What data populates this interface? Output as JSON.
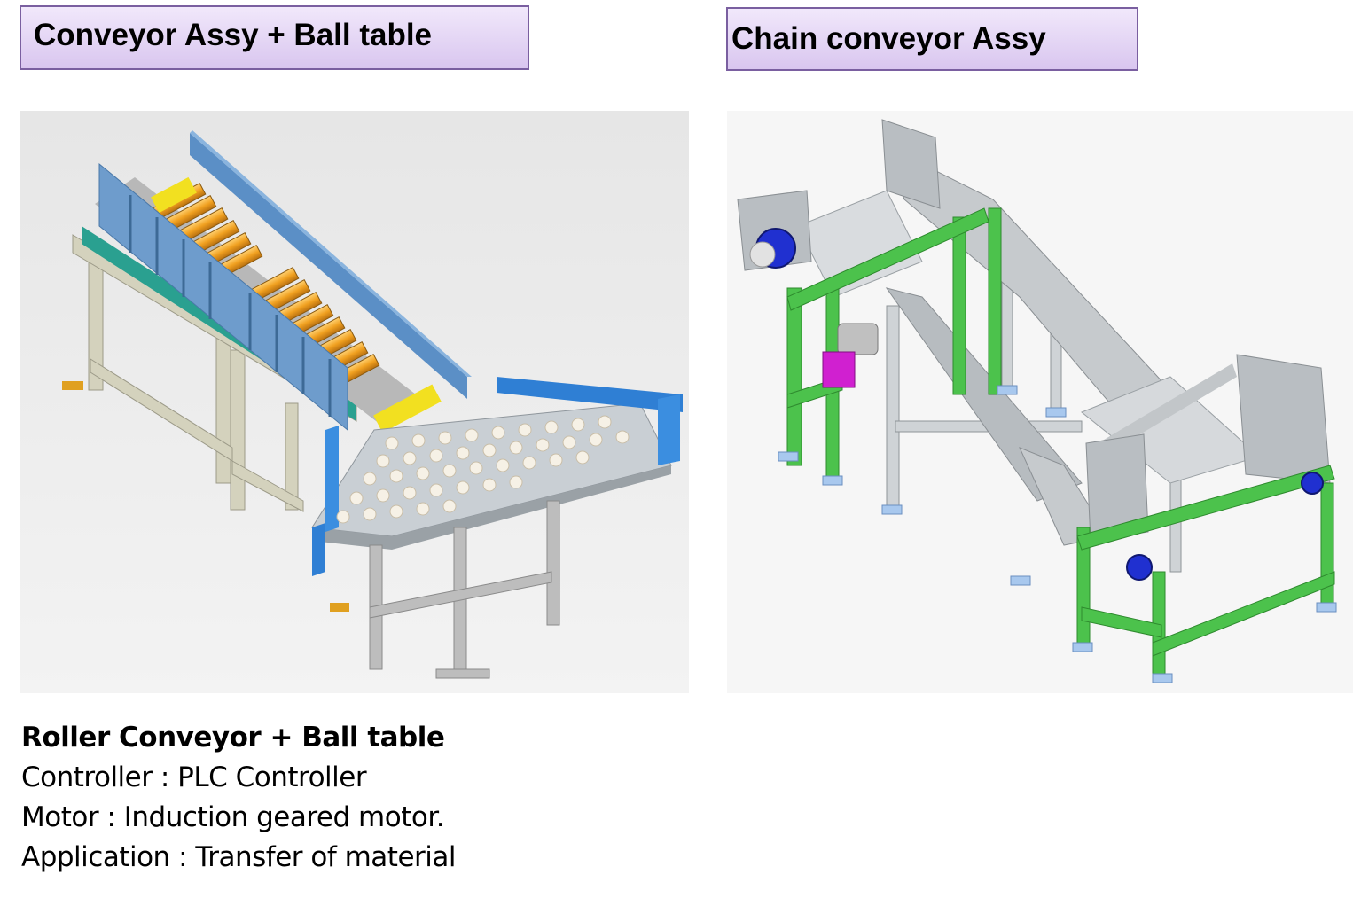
{
  "left_panel": {
    "title": "Conveyor Assy + Ball table",
    "description": {
      "heading": "Roller Conveyor + Ball table",
      "lines": [
        "Controller : PLC Controller",
        "Motor : Induction geared motor.",
        "Application :  Transfer of material"
      ]
    }
  },
  "right_panel": {
    "title": "Chain conveyor Assy"
  },
  "colors": {
    "title_box_border": "#7a5fa0",
    "title_box_fill": "#e4d6f4",
    "roller": "#f0a020",
    "side_guard": "#6e9ccc",
    "frame_green": "#4cc24c",
    "frame_grey": "#c8c8c8",
    "motor_blue": "#2030d0",
    "bracket_magenta": "#d020d0"
  }
}
